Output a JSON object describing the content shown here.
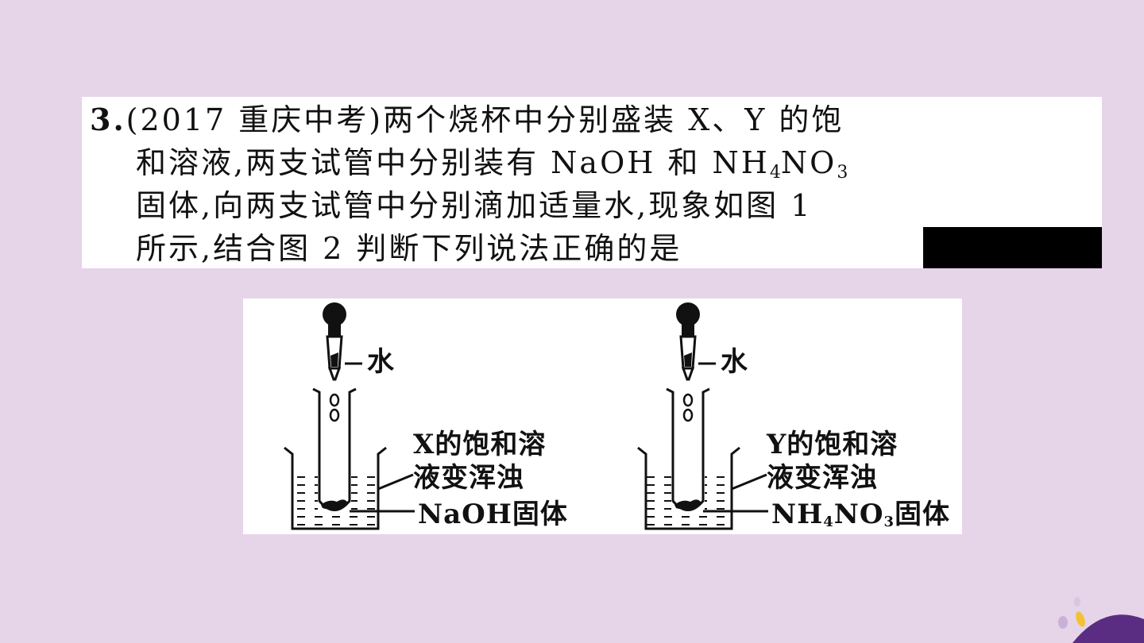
{
  "question": {
    "number": "3.",
    "line1": "(2017 重庆中考)两个烧杯中分别盛装 X、Y 的饱",
    "line2_pre": "和溶液,两支试管中分别装有 NaOH 和 NH",
    "line2_sub": "4",
    "line2_mid": "NO",
    "line2_sub2": "3",
    "line3": "固体,向两支试管中分别滴加适量水,现象如图 1",
    "line4": "所示,结合图 2 判断下列说法正确的是"
  },
  "figure": {
    "left": {
      "water_label": "水",
      "solution_label_1": "X的饱和溶",
      "solution_label_2": "液变浑浊",
      "solid_label": "NaOH固体"
    },
    "right": {
      "water_label": "水",
      "solution_label_1": "Y的饱和溶",
      "solution_label_2": "液变浑浊",
      "solid_label_pre": "NH",
      "solid_label_sub": "4",
      "solid_label_mid": "NO",
      "solid_label_sub2": "3",
      "solid_label_post": "固体"
    }
  },
  "colors": {
    "background": "#e6d4e8",
    "panel": "#ffffff",
    "ink": "#111111",
    "redaction": "#000000"
  }
}
